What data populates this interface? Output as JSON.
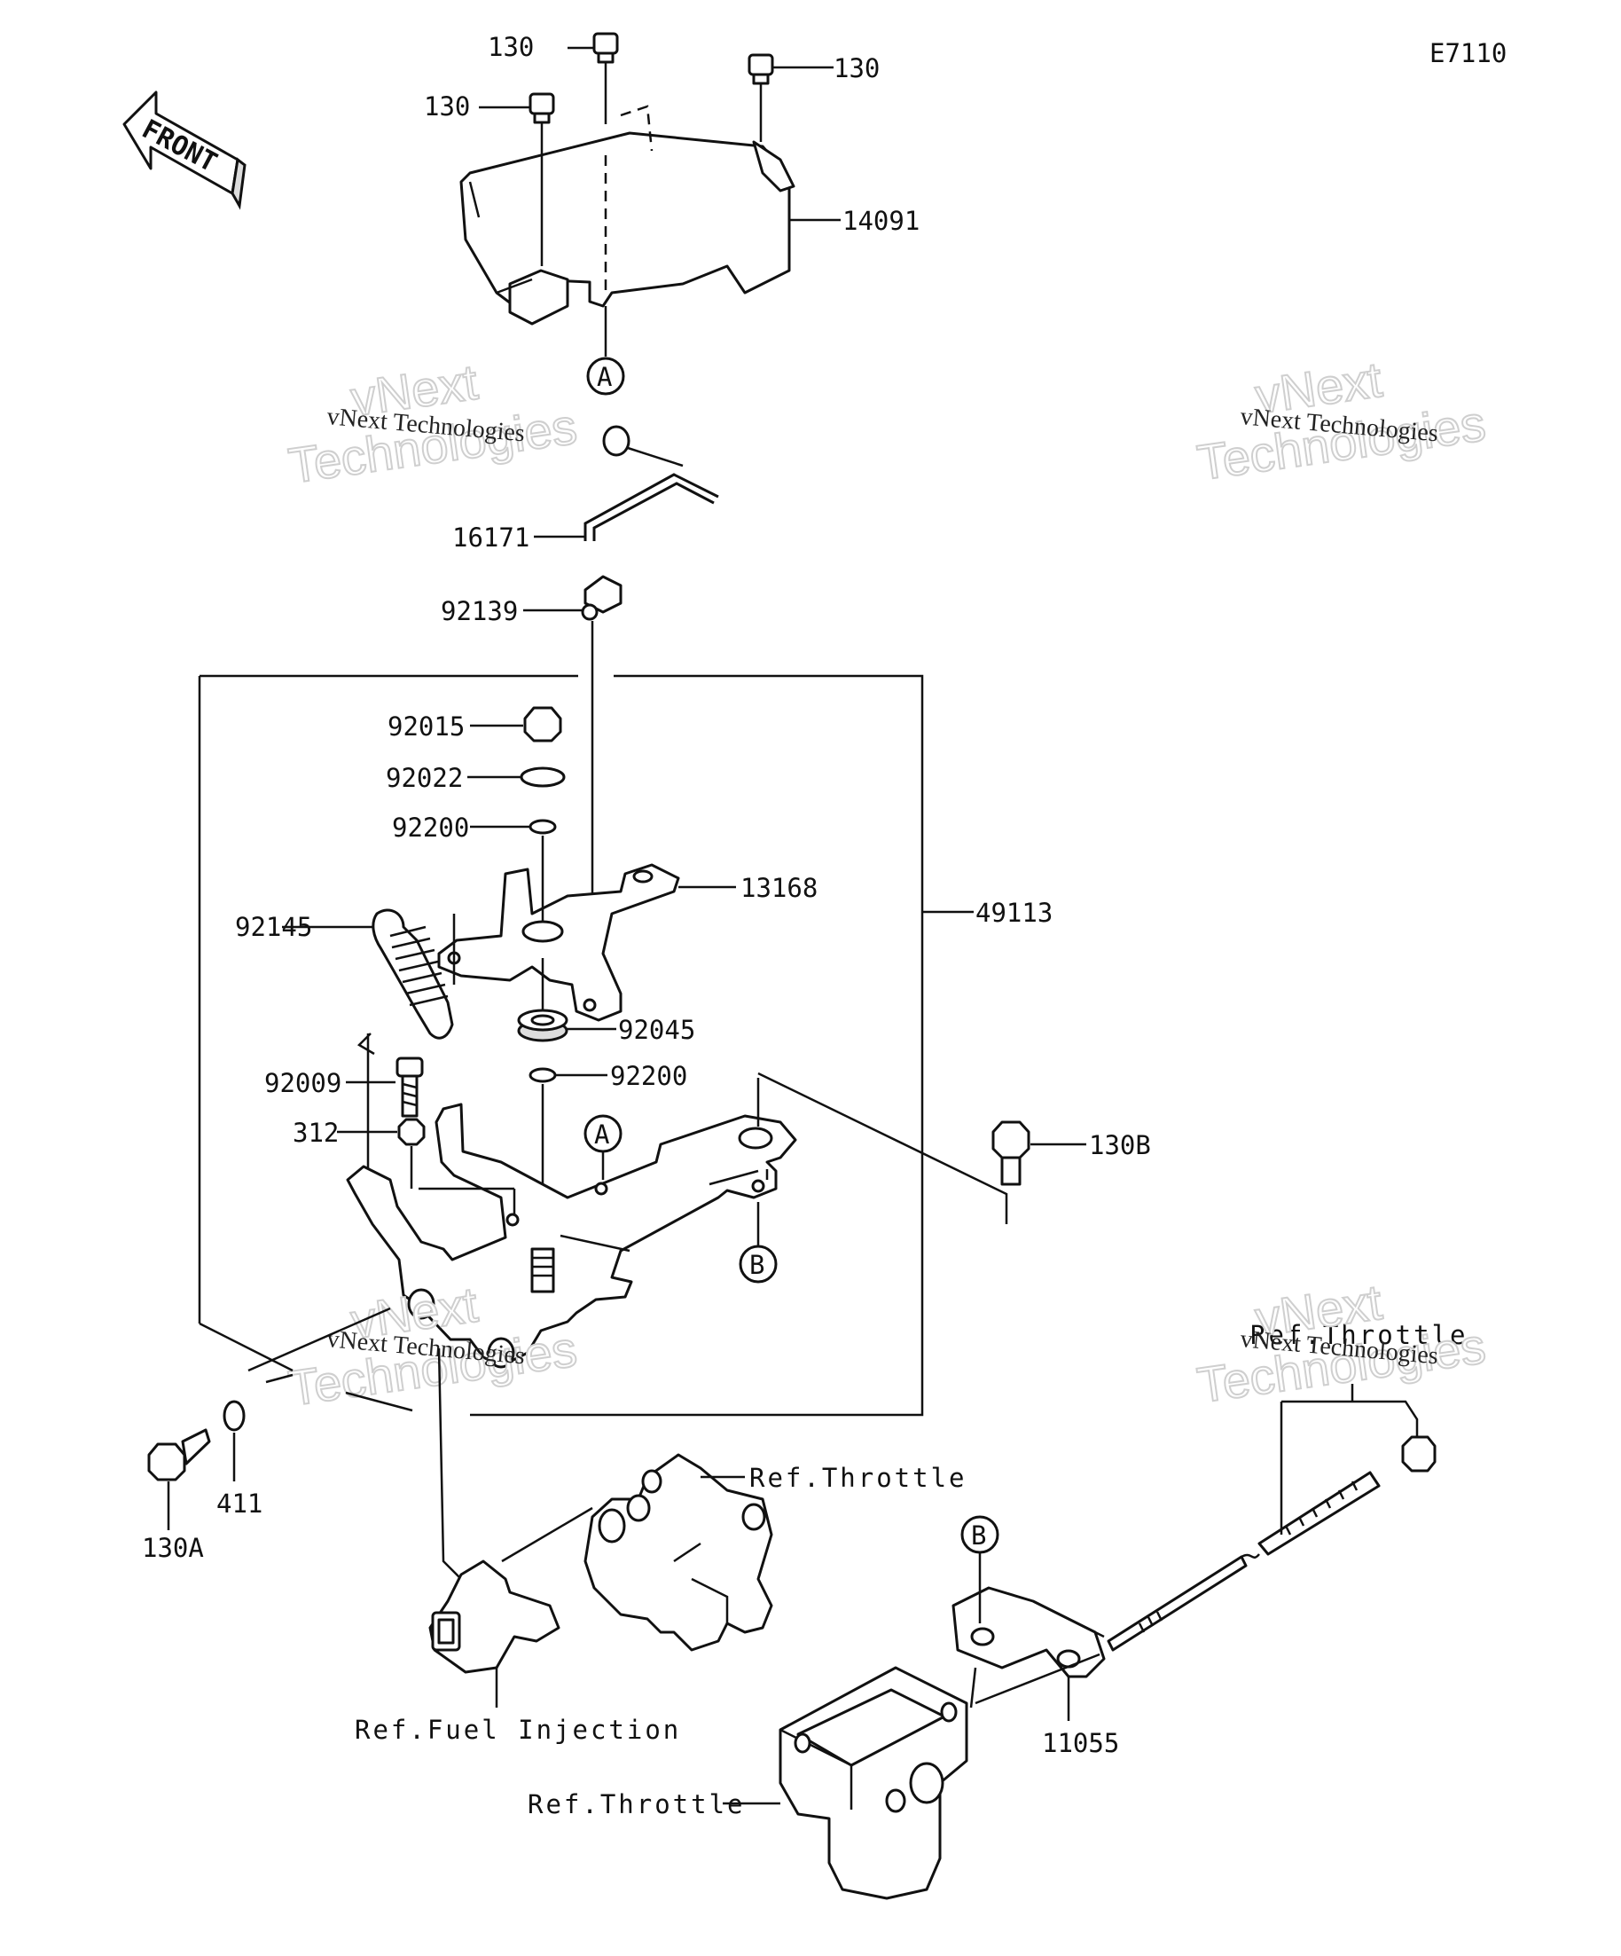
{
  "diagram_code": "E7110",
  "front_label": "FRONT",
  "watermark": {
    "brand": "vNext",
    "word": "Technologies",
    "full": "vNext Technologies"
  },
  "callouts": {
    "A": "A",
    "B": "B"
  },
  "parts": {
    "p130_left": "130",
    "p130_top": "130",
    "p130_right": "130",
    "p14091": "14091",
    "p16171": "16171",
    "p92139": "92139",
    "p92015": "92015",
    "p92022": "92022",
    "p92200_top": "92200",
    "p13168": "13168",
    "p92145": "92145",
    "p49113": "49113",
    "p92045": "92045",
    "p92200_bottom": "92200",
    "p92009": "92009",
    "p312": "312",
    "p130B": "130B",
    "p130A": "130A",
    "p411": "411",
    "p11055": "11055"
  },
  "references": {
    "throttle_upper": "Ref.Throttle",
    "fuel_injection": "Ref.Fuel Injection",
    "throttle_lower": "Ref.Throttle",
    "throttle_right": "Ref.Throttle"
  }
}
